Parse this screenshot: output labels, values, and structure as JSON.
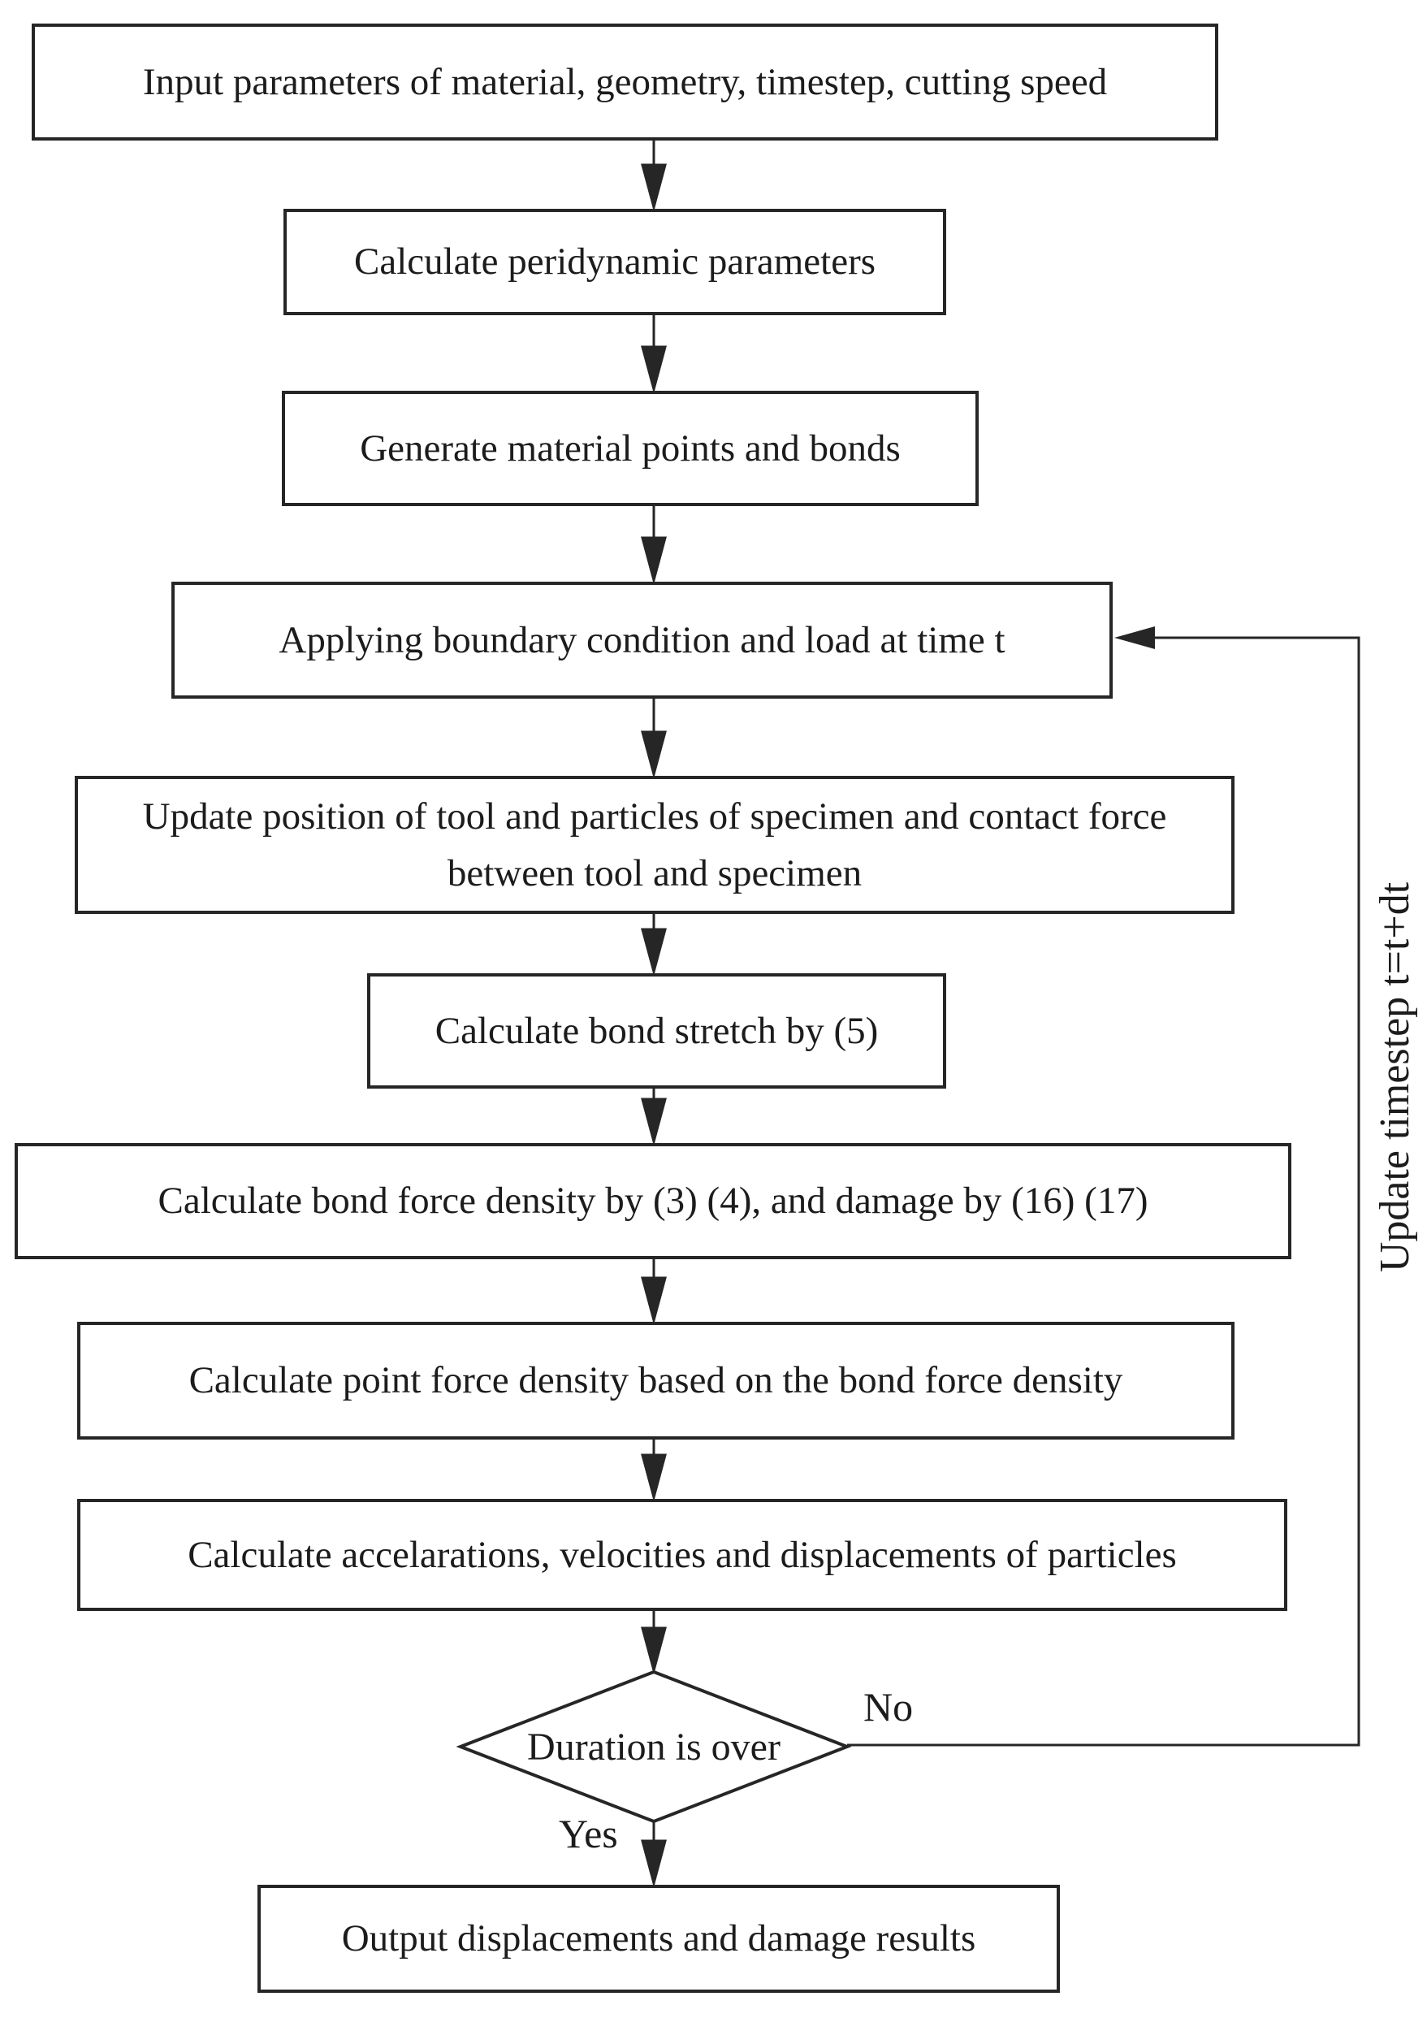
{
  "flowchart": {
    "boxes": [
      {
        "id": "input-parameters",
        "text": "Input parameters of material, geometry, timestep, cutting speed"
      },
      {
        "id": "calc-peridynamic",
        "text": "Calculate peridynamic parameters"
      },
      {
        "id": "generate-points-bonds",
        "text": "Generate material points and bonds"
      },
      {
        "id": "apply-boundary",
        "text": "Applying boundary condition and load at time t"
      },
      {
        "id": "update-positions",
        "text": "Update position of tool and particles of specimen and contact force between tool and specimen"
      },
      {
        "id": "calc-bond-stretch",
        "text": "Calculate bond stretch by (5)"
      },
      {
        "id": "calc-bond-force-damage",
        "text": "Calculate bond force density by (3) (4), and damage by (16) (17)"
      },
      {
        "id": "calc-point-force",
        "text": "Calculate point force density based on the bond force density"
      },
      {
        "id": "calc-accelerations",
        "text": "Calculate accelarations, velocities and displacements of particles"
      },
      {
        "id": "output-results",
        "text": "Output displacements and damage results"
      }
    ],
    "decision": {
      "text": "Duration is over",
      "yes_label": "Yes",
      "no_label": "No"
    },
    "loop_label": "Update timestep t=t+dt",
    "colors": {
      "line": "#262626",
      "text": "#1c1c1c",
      "background": "#ffffff"
    }
  }
}
